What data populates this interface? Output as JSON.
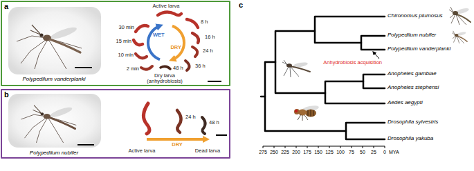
{
  "diagram": {
    "nodes": [
      {
        "text": [
          "a"
        ]
      },
      {
        "text": [
          "b"
        ]
      }
    ],
    "labels": [
      "Polypedilum vanderplanki",
      "Active larva",
      "WET",
      "DRY",
      "30 min",
      "15 min",
      "10 min",
      "2 min",
      "8 h",
      "16 h",
      "24 h",
      "36 h",
      "48 h",
      "Dry larva (anhydrobiosis)",
      "Polypedilum nubifer",
      "24 h",
      "48 h",
      "Active larva",
      "DRY",
      "Dead larva",
      "c",
      "Chironomus plumosus",
      "Polypedilum nubifer",
      "Polypedilum vanderplanki",
      "Anhydrobiosis acquisition",
      "Anopheles gambiae",
      "Anopheles stephensi",
      "Aedes aegypti",
      "Drosophila sylvestris",
      "Drosophila yakuba",
      "275",
      "250",
      "225",
      "200",
      "175",
      "150",
      "125",
      "100",
      "75",
      "50",
      "25",
      "0",
      "MYA"
    ]
  }
}
